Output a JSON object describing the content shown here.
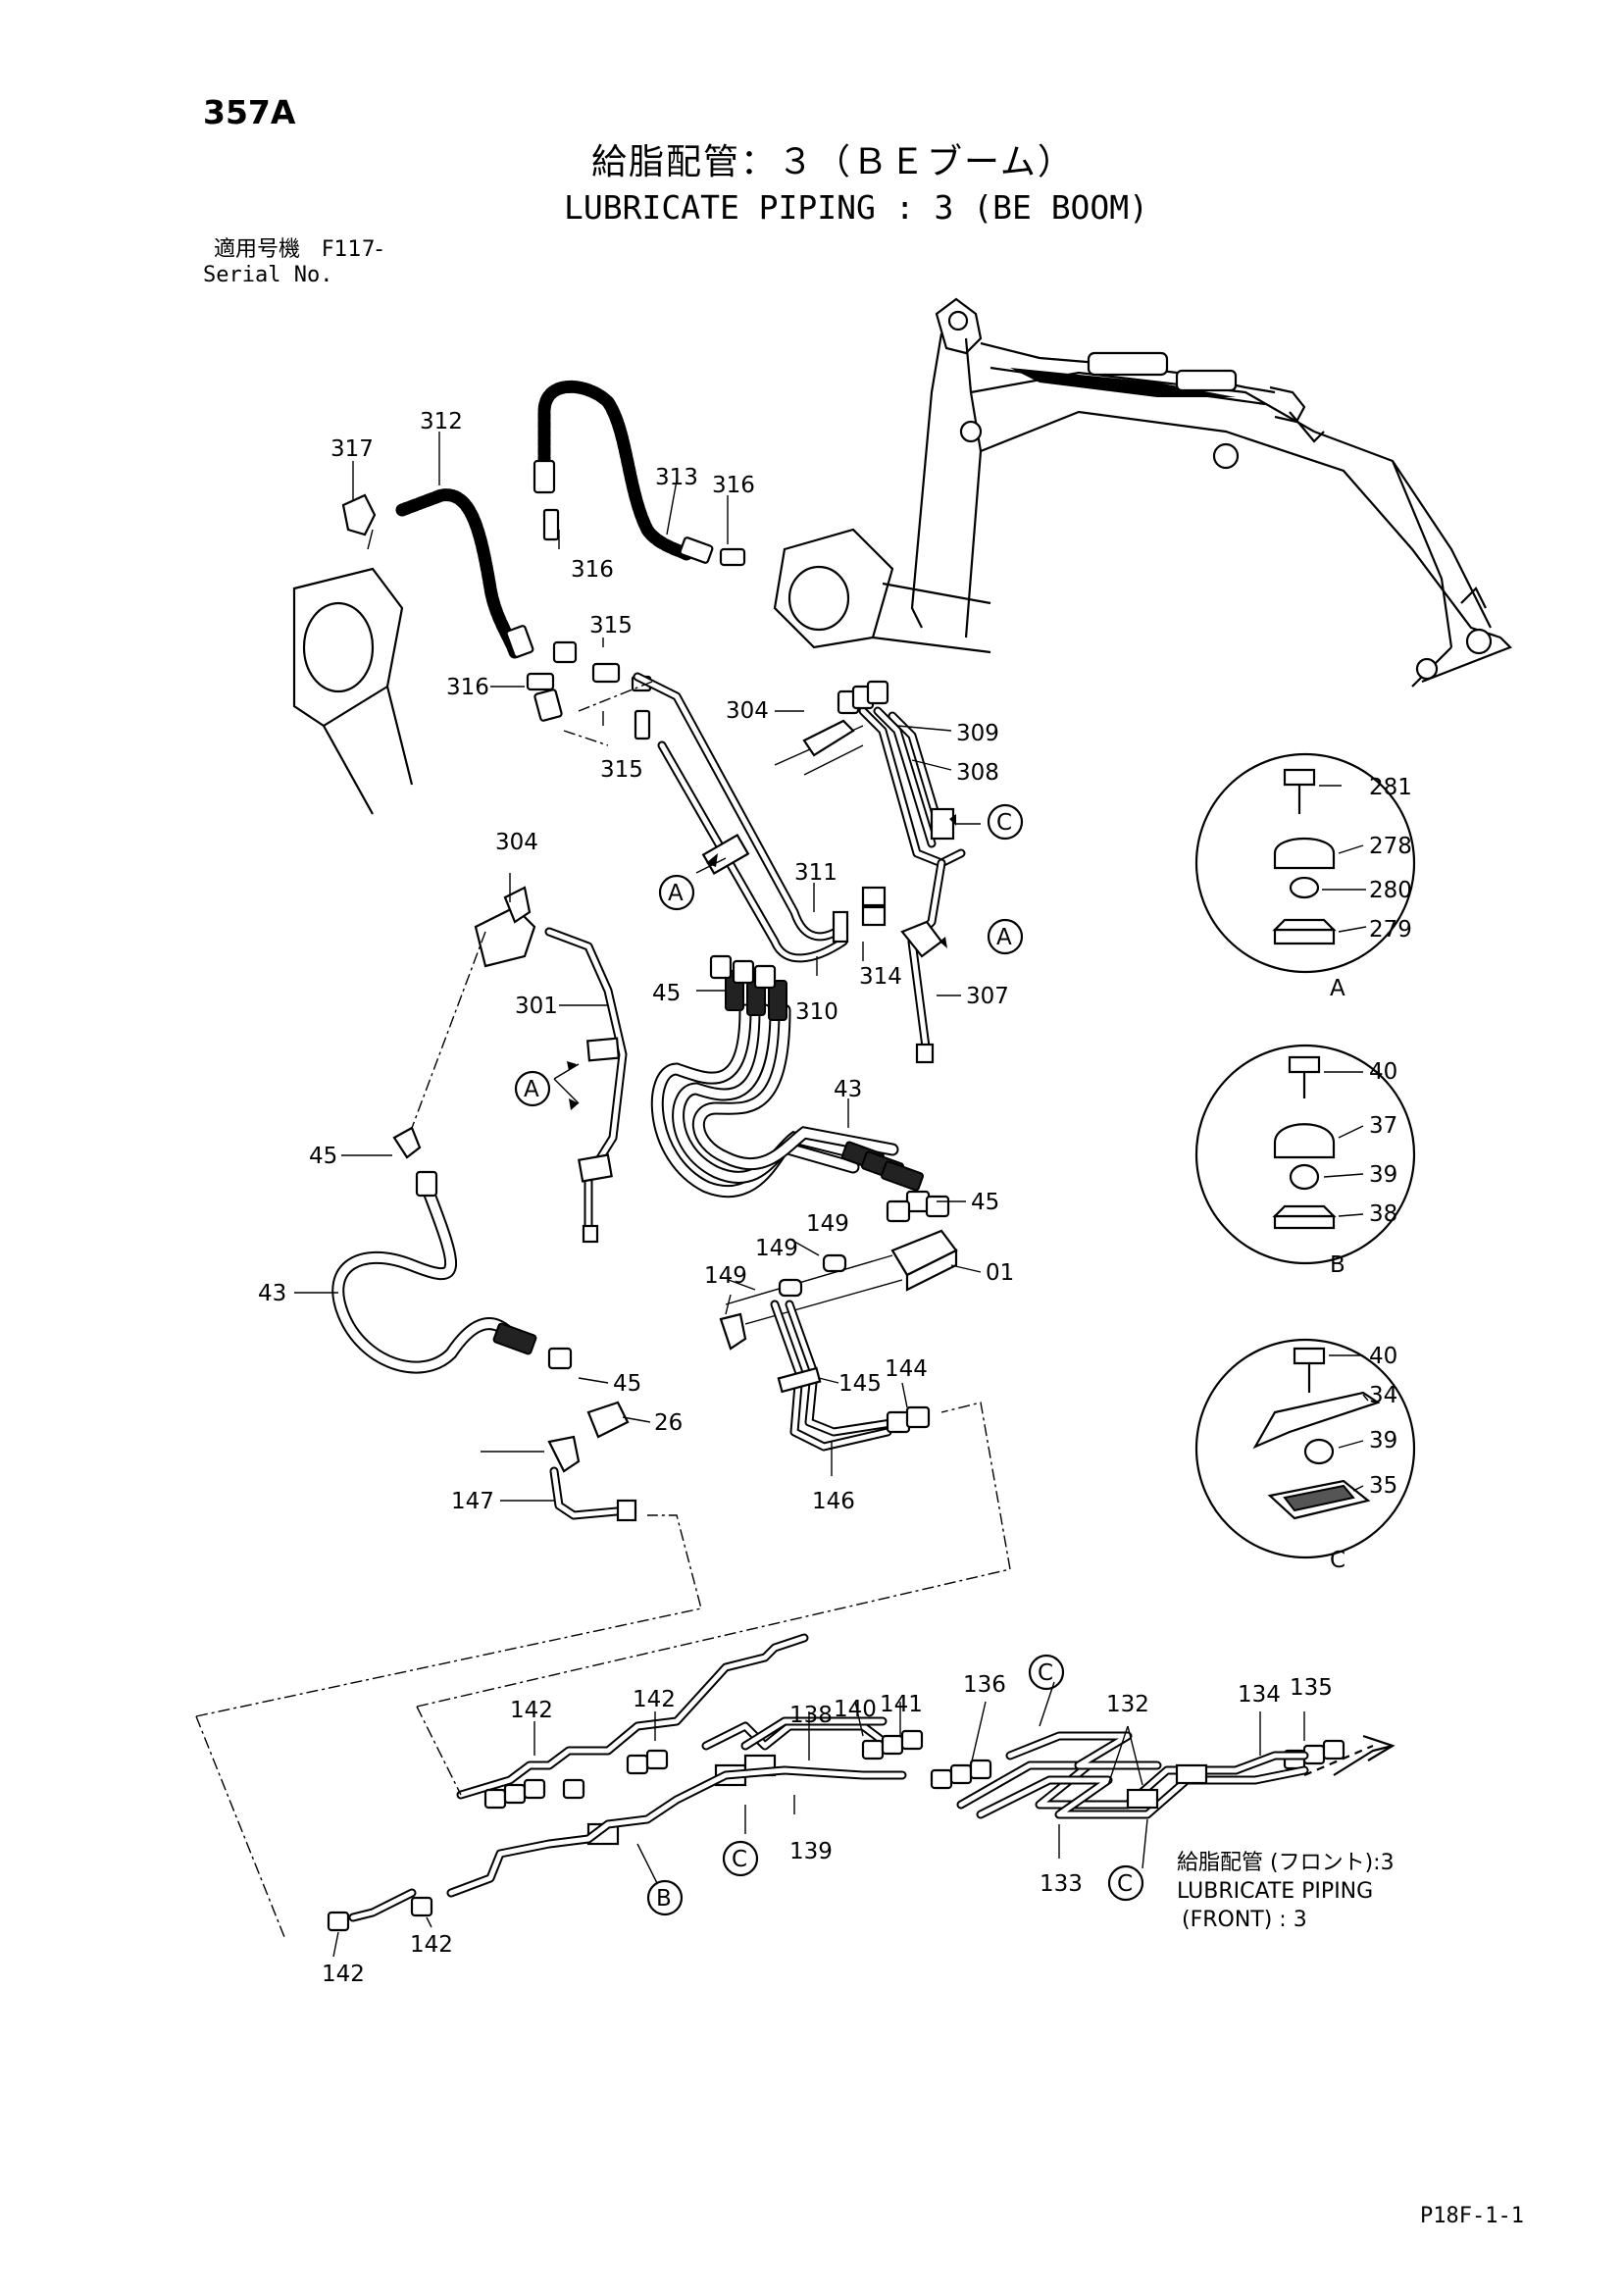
{
  "header": {
    "page_no": "357A",
    "title_jp": "給脂配管：３（ＢＥブーム）",
    "title_en": "LUBRICATE PIPING : 3 (BE BOOM)",
    "serial_label_jp": "適用号機　F117-",
    "serial_label_en": "Serial No."
  },
  "note": {
    "front_jp": "給脂配管 (フロント):3",
    "front_en_1": "LUBRICATE PIPING",
    "front_en_2": "(FRONT) : 3"
  },
  "footer": {
    "code": "P18F-1-1"
  },
  "callouts": [
    "317",
    "312",
    "313",
    "316",
    "316",
    "315",
    "316",
    "315",
    "304",
    "309",
    "308",
    "311",
    "314",
    "310",
    "307",
    "304",
    "301",
    "45",
    "43",
    "45",
    "43",
    "149",
    "149",
    "01",
    "45",
    "149",
    "145",
    "144",
    "26",
    "45",
    "147",
    "146",
    "142",
    "142",
    "142",
    "142",
    "136",
    "138",
    "140",
    "141",
    "139",
    "132",
    "134",
    "135",
    "133"
  ],
  "clamp_details": [
    {
      "letter": "A",
      "parts": [
        "281",
        "278",
        "280",
        "279"
      ]
    },
    {
      "letter": "B",
      "parts": [
        "40",
        "37",
        "39",
        "38"
      ]
    },
    {
      "letter": "C",
      "parts": [
        "40",
        "34",
        "39",
        "35"
      ]
    }
  ],
  "clamp_refs": [
    "A",
    "A",
    "A",
    "C",
    "C",
    "B",
    "C",
    "C"
  ]
}
